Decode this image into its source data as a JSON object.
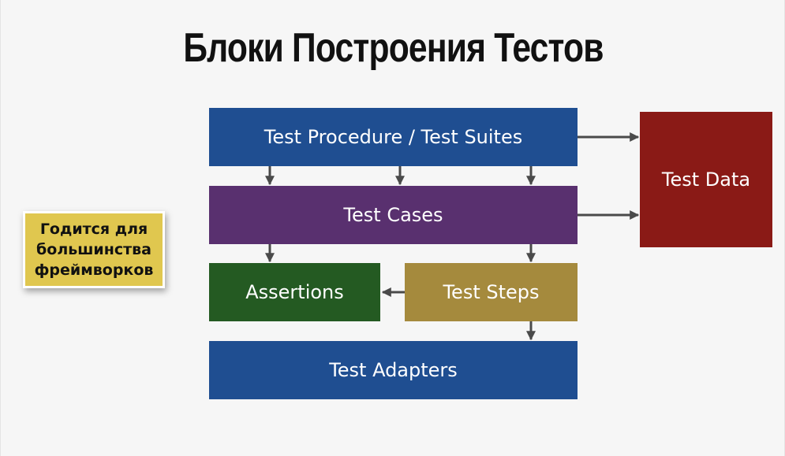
{
  "title": "Блоки Построения Тестов",
  "blocks": {
    "test_procedures": "Test Procedure / Test Suites",
    "test_cases": "Test Cases",
    "assertions": "Assertions",
    "test_steps": "Test Steps",
    "test_adapters": "Test Adapters",
    "test_data": "Test Data"
  },
  "note": "Годится для\nбольшинства\nфреймворков",
  "colors": {
    "test_procedures": "#1f4e91",
    "test_cases": "#59306f",
    "assertions": "#245a22",
    "test_steps": "#a58a3d",
    "test_adapters": "#1f4e91",
    "test_data": "#8a1a16",
    "note": "#e0c74f",
    "arrow": "#4a4a4a"
  },
  "connections": [
    {
      "from": "test_procedures",
      "to": "test_cases",
      "count": 3
    },
    {
      "from": "test_procedures",
      "to": "test_data"
    },
    {
      "from": "test_cases",
      "to": "test_data"
    },
    {
      "from": "test_cases",
      "to": "assertions"
    },
    {
      "from": "test_cases",
      "to": "test_steps"
    },
    {
      "from": "test_steps",
      "to": "assertions"
    },
    {
      "from": "test_steps",
      "to": "test_adapters"
    }
  ]
}
